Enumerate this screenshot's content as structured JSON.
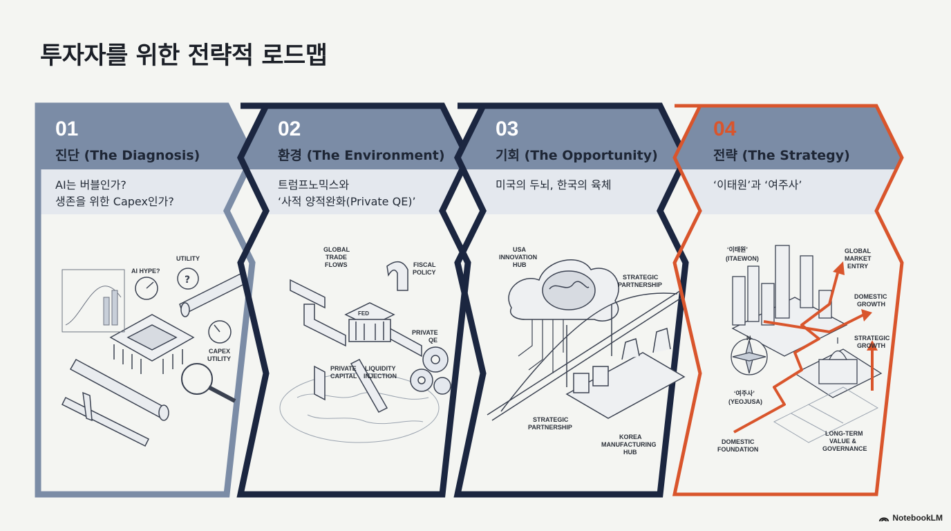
{
  "page": {
    "title": "투자자를 위한 전략적 로드맵",
    "brand": "NotebookLM"
  },
  "colors": {
    "panel1": "#7b8ca6",
    "panel2": "#1b2640",
    "panel3": "#1b2640",
    "panel4": "#d9552c",
    "header_fill": "#7b8ca6",
    "band_fill": "#e4e8ee",
    "accent": "#d9552c"
  },
  "panels": [
    {
      "number": "01",
      "title": "진단 (The Diagnosis)",
      "desc1": "AI는 버블인가?",
      "desc2": "생존을 위한 Capex인가?",
      "labels": {
        "hype": "AI HYPE?",
        "utility": "UTILITY",
        "capex1": "CAPEX",
        "capex2": "UTILITY"
      }
    },
    {
      "number": "02",
      "title": "환경 (The Environment)",
      "desc1": "트럼프노믹스와",
      "desc2": "‘사적 양적완화(Private QE)’",
      "labels": {
        "global1": "GLOBAL",
        "global2": "TRADE",
        "global3": "FLOWS",
        "fiscal1": "FISCAL",
        "fiscal2": "POLICY",
        "pqe1": "PRIVATE",
        "pqe2": "QE",
        "pc1": "PRIVATE",
        "pc2": "CAPITAL",
        "li1": "LIQUIDITY",
        "li2": "INJECTION",
        "fed": "FED"
      }
    },
    {
      "number": "03",
      "title": "기회 (The Opportunity)",
      "desc1": "미국의 두뇌, 한국의 육체",
      "desc2": "",
      "labels": {
        "usa1": "USA",
        "usa2": "INNOVATION",
        "usa3": "HUB",
        "sp1a": "STRATEGIC",
        "sp1b": "PARTNERSHIP",
        "sp2a": "STRATEGIC",
        "sp2b": "PARTNERSHIP",
        "k1": "KOREA",
        "k2": "MANUFACTURING",
        "k3": "HUB"
      }
    },
    {
      "number": "04",
      "title": "전략 (The Strategy)",
      "desc1": "‘이태원’과 ‘여주사’",
      "desc2": "",
      "labels": {
        "it1": "‘이태원’",
        "it2": "(ITAEWON)",
        "gm1": "GLOBAL",
        "gm2": "MARKET",
        "gm3": "ENTRY",
        "dg1": "DOMESTIC",
        "dg2": "GROWTH",
        "sg1": "STRATEGIC",
        "sg2": "GROWTH",
        "yj1": "‘여주사’",
        "yj2": "(YEOJUSA)",
        "df1": "DOMESTIC",
        "df2": "FOUNDATION",
        "lt1": "LONG-TERM",
        "lt2": "VALUE &",
        "lt3": "GOVERNANCE",
        "n": "N"
      }
    }
  ]
}
